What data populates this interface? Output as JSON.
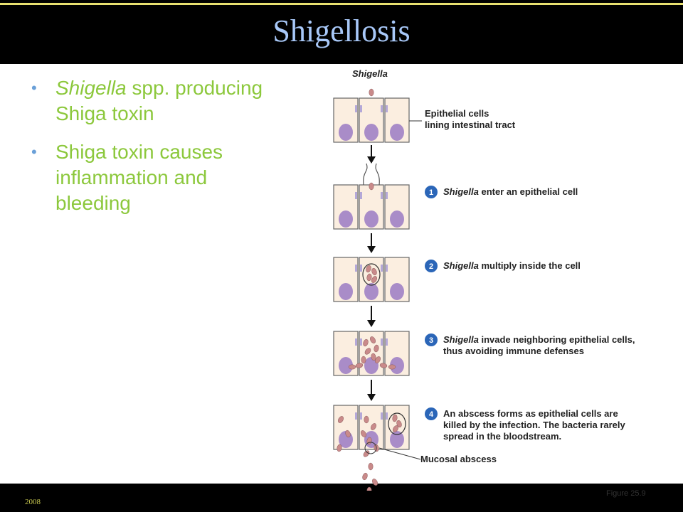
{
  "slide": {
    "title": "Shigellosis",
    "footer_year": "2008",
    "figure_label": "Figure 25.9"
  },
  "bullets": [
    {
      "italic": "Shigella",
      "rest": " spp. producing Shiga toxin"
    },
    {
      "italic": "",
      "rest": "Shiga toxin causes inflammation and bleeding"
    }
  ],
  "figure": {
    "top_label": "Shigella",
    "epithelial_label": "Epithelial cells\nlining intestinal tract",
    "steps": [
      {
        "number": "1",
        "italic": "Shigella",
        "text": " enter an epithelial cell"
      },
      {
        "number": "2",
        "italic": "Shigella",
        "text": " multiply inside the cell"
      },
      {
        "number": "3",
        "italic": "Shigella",
        "text": " invade neighboring epithelial cells,\nthus avoiding immune defenses"
      },
      {
        "number": "4",
        "italic": "",
        "text": "An abscess forms as epithelial cells are\nkilled by the infection. The bacteria rarely\nspread in the bloodstream."
      }
    ],
    "abscess_label": "Mucosal abscess",
    "colors": {
      "cell_fill": "#fbeee0",
      "cell_stroke": "#666666",
      "nucleus": "#a98cc8",
      "bacteria": "#c98a8a",
      "junction": "#b4a8d8",
      "step_circle": "#2b66b8"
    }
  }
}
